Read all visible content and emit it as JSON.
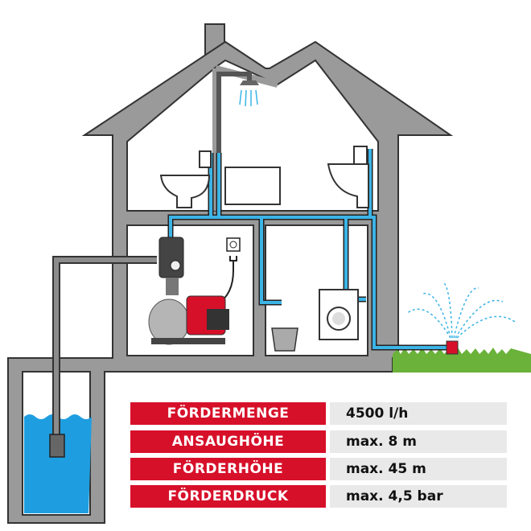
{
  "specs": [
    {
      "label": "FÖRDERMENGE",
      "value": "4500 l/h"
    },
    {
      "label": "ANSAUGHÖHE",
      "value": "max. 8 m"
    },
    {
      "label": "FÖRDERHÖHE",
      "value": "max. 45 m"
    },
    {
      "label": "FÖRDERDRUCK",
      "value": "max. 4,5 bar"
    }
  ],
  "colors": {
    "wall": "#8c8c8c",
    "pipe_water": "#3cb4e6",
    "red": "#d7102a",
    "grass": "#6ab23a",
    "water": "#1e9ee0"
  }
}
